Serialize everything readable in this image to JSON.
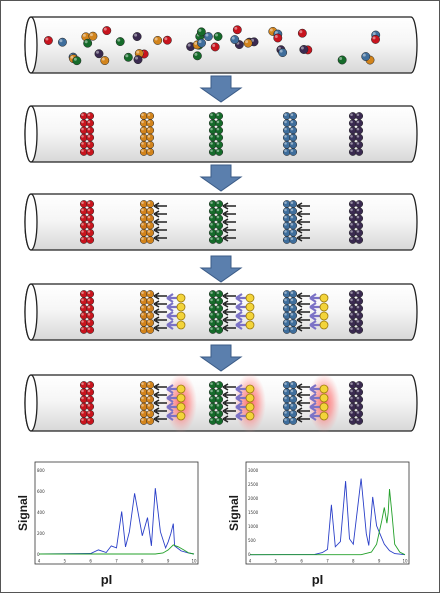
{
  "colors": {
    "red": "#c8141e",
    "orange": "#d2841c",
    "green": "#156b2a",
    "blue": "#3f6e9c",
    "purple": "#3a2a50",
    "arrow": "#5b7fad",
    "spectrum_blue": "#2a3fc8",
    "spectrum_green": "#23a02a"
  },
  "stages": [
    {
      "id": "mixed"
    },
    {
      "id": "focused"
    },
    {
      "id": "primary-antibody"
    },
    {
      "id": "secondary-antibody"
    },
    {
      "id": "chemiluminescence"
    }
  ],
  "arrow_icon": "down-arrow-icon",
  "chart_data": [
    {
      "type": "line",
      "ylabel": "Signal",
      "xlabel": "pI",
      "x_ticks": [
        "4",
        "5",
        "6",
        "7",
        "8",
        "9",
        "10"
      ],
      "y_ticks": [
        "800",
        "600",
        "400",
        "200",
        "0"
      ],
      "xlim": [
        4,
        10
      ],
      "ylim": [
        -20,
        850
      ],
      "series": [
        {
          "color": "blue",
          "x": [
            4,
            6.0,
            6.3,
            6.6,
            6.8,
            7.0,
            7.2,
            7.35,
            7.5,
            7.7,
            8.0,
            8.2,
            8.35,
            8.5,
            8.7,
            8.9,
            9.0,
            9.1,
            9.2,
            9.25,
            9.5,
            9.8,
            10
          ],
          "y": [
            0,
            5,
            40,
            15,
            80,
            60,
            420,
            70,
            220,
            600,
            180,
            360,
            80,
            650,
            220,
            60,
            120,
            200,
            300,
            80,
            30,
            10,
            0
          ]
        },
        {
          "color": "green",
          "x": [
            4,
            8.5,
            8.8,
            9.0,
            9.2,
            9.4,
            9.6,
            9.8,
            10
          ],
          "y": [
            0,
            0,
            10,
            40,
            90,
            70,
            40,
            10,
            0
          ]
        }
      ]
    },
    {
      "type": "line",
      "ylabel": "Signal",
      "xlabel": "pI",
      "x_ticks": [
        "4",
        "5",
        "6",
        "7",
        "8",
        "9",
        "10"
      ],
      "y_ticks": [
        "3000",
        "2500",
        "2000",
        "1500",
        "1000",
        "500",
        "0"
      ],
      "xlim": [
        4,
        10
      ],
      "ylim": [
        -50,
        3300
      ],
      "series": [
        {
          "color": "blue",
          "x": [
            4,
            6.5,
            6.8,
            7.0,
            7.15,
            7.3,
            7.5,
            7.7,
            7.85,
            8.0,
            8.3,
            8.5,
            8.6,
            8.75,
            8.9,
            9.2,
            9.4,
            9.6,
            10
          ],
          "y": [
            0,
            10,
            80,
            200,
            1900,
            300,
            500,
            2800,
            600,
            400,
            2900,
            800,
            350,
            2200,
            1100,
            400,
            150,
            40,
            0
          ]
        },
        {
          "color": "green",
          "x": [
            4,
            8.3,
            8.7,
            8.9,
            9.1,
            9.2,
            9.3,
            9.35,
            9.4,
            9.5,
            9.6,
            9.8,
            10
          ],
          "y": [
            0,
            0,
            100,
            400,
            1300,
            1800,
            1200,
            1600,
            2500,
            1500,
            400,
            100,
            0
          ]
        }
      ]
    }
  ]
}
